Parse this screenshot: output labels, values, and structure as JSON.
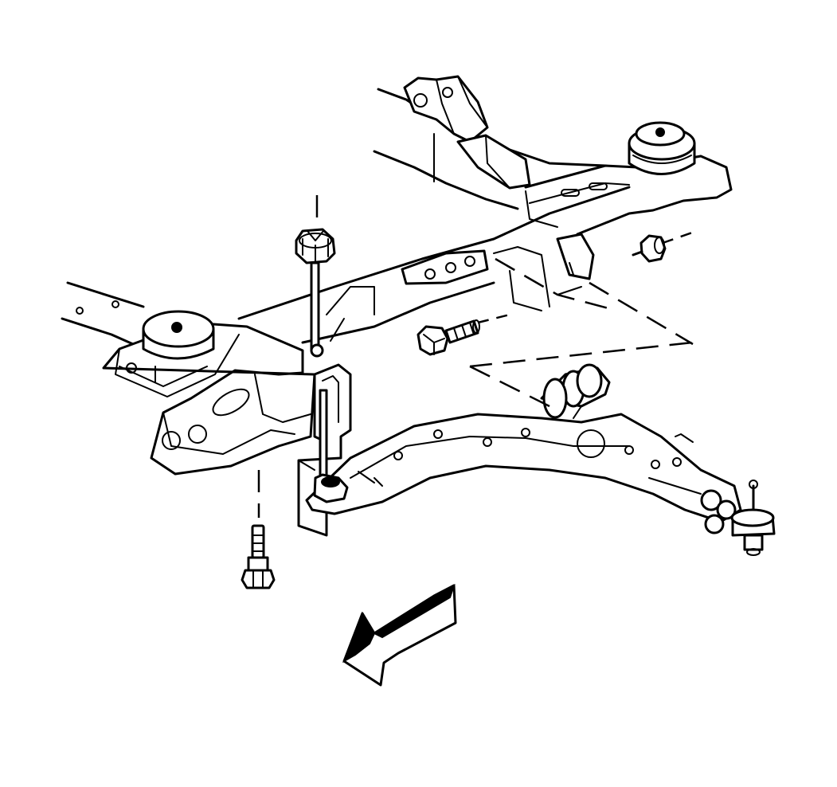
{
  "diagram": {
    "colors": {
      "stroke": "#000000",
      "background": "#ffffff"
    },
    "parts": [
      "front-crossmember",
      "rear-frame-rail",
      "body-mount-bushing-right",
      "body-mount-bushing-left",
      "engine-mount-bracket",
      "lower-control-arm",
      "ball-joint",
      "control-arm-front-bushing",
      "control-arm-rear-bushing",
      "mounting-bracket",
      "nut-upper",
      "bolt-vertical",
      "bolt-lower",
      "bolt-horizontal",
      "nut-rear",
      "direction-arrow"
    ]
  }
}
